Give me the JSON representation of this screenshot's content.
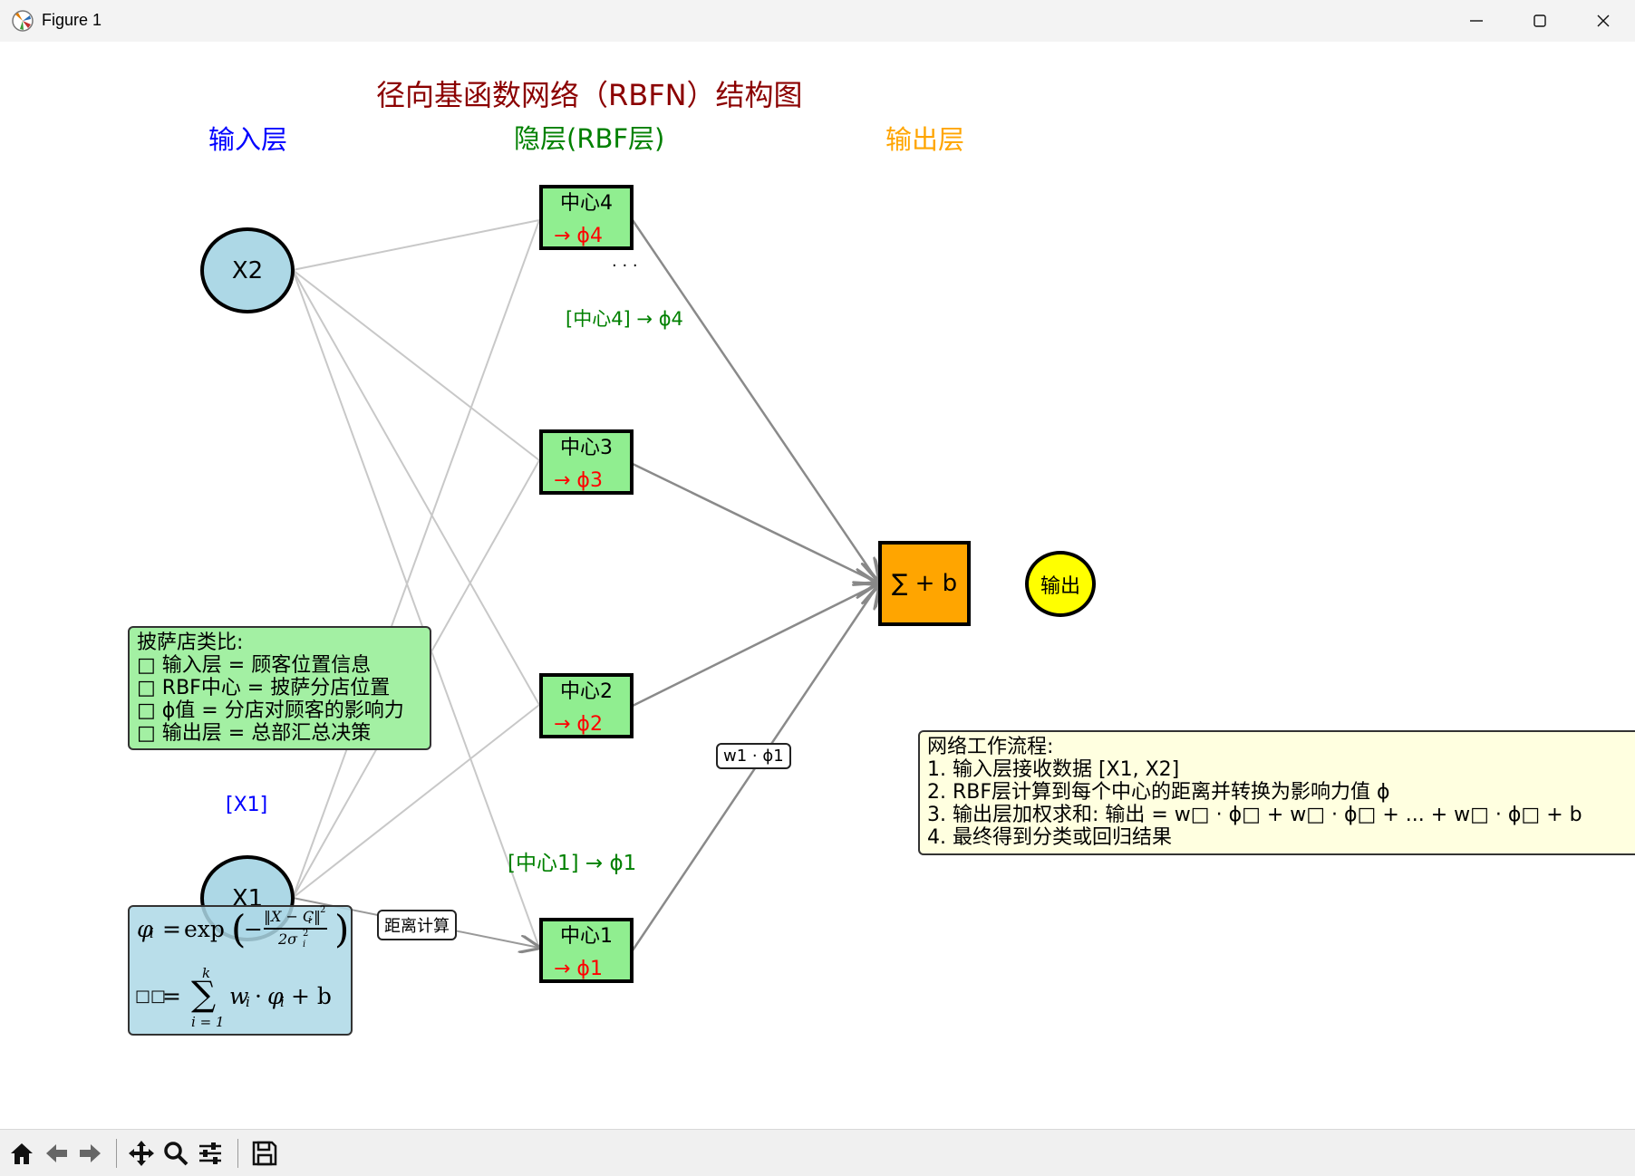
{
  "window": {
    "title": "Figure 1"
  },
  "diagram": {
    "title": "径向基函数网络（RBFN）结构图",
    "layers": {
      "input": "输入层",
      "hidden": "隐层(RBF层)",
      "output": "输出层"
    },
    "inputs": [
      "X2",
      "X1"
    ],
    "input_bracket": "[X1]",
    "centers": [
      {
        "name": "中心4",
        "phi": "→  ϕ4"
      },
      {
        "name": "中心3",
        "phi": "→  ϕ3"
      },
      {
        "name": "中心2",
        "phi": "→  ϕ2"
      },
      {
        "name": "中心1",
        "phi": "→  ϕ1"
      }
    ],
    "ellipsis": ". . .",
    "center4_annotation": "[中心4] → ϕ4",
    "center1_annotation": "[中心1]  →  ϕ1",
    "sum_node": "∑  + b",
    "output_node": "输出",
    "distance_label": "距离计算",
    "weight_label": "w1 · ϕ1",
    "analogy": {
      "title": "披萨店类比:",
      "lines": [
        "□ 输入层 = 顾客位置信息",
        "□ RBF中心 = 披萨分店位置",
        "□ ϕ值 = 分店对顾客的影响力",
        "□ 输出层 = 总部汇总决策"
      ]
    },
    "workflow": {
      "title": "网络工作流程:",
      "lines": [
        "1. 输入层接收数据 [X1, X2]",
        "2. RBF层计算到每个中心的距离并转换为影响力值 ϕ",
        "3. 输出层加权求和: 输出 = w□ · ϕ□ + w□ · ϕ□ + ... + w□ · ϕ□ + b",
        "4. 最终得到分类或回归结果"
      ]
    },
    "formula": {
      "phi_symbol": "φ",
      "phi_index": "i",
      "eq": "=",
      "exp": "exp",
      "numerator": "‖X − C",
      "num_index": "i",
      "num_close": "‖",
      "num_power": "2",
      "denominator": "2σ",
      "den_power": "2",
      "den_index": "i",
      "output_symbol": "□□",
      "sum_upper": "k",
      "sum_lower": "i = 1",
      "sum_sign": "∑",
      "w": "w",
      "dot": "·",
      "phi2": "φ",
      "plus_b": "+ b"
    },
    "colors": {
      "title": "#8b0000",
      "input_label": "#0000ff",
      "hidden_label": "#008000",
      "output_label": "#ffa500",
      "input_node": "#add8e6",
      "rbf_node": "#90ee90",
      "sum_node": "#ffa500",
      "output_node": "#ffff00",
      "phi_text": "#ff0000",
      "analogy_bg": "#a3f0a3",
      "workflow_bg": "#ffffe0",
      "formula_bg": "#add8e6"
    }
  }
}
